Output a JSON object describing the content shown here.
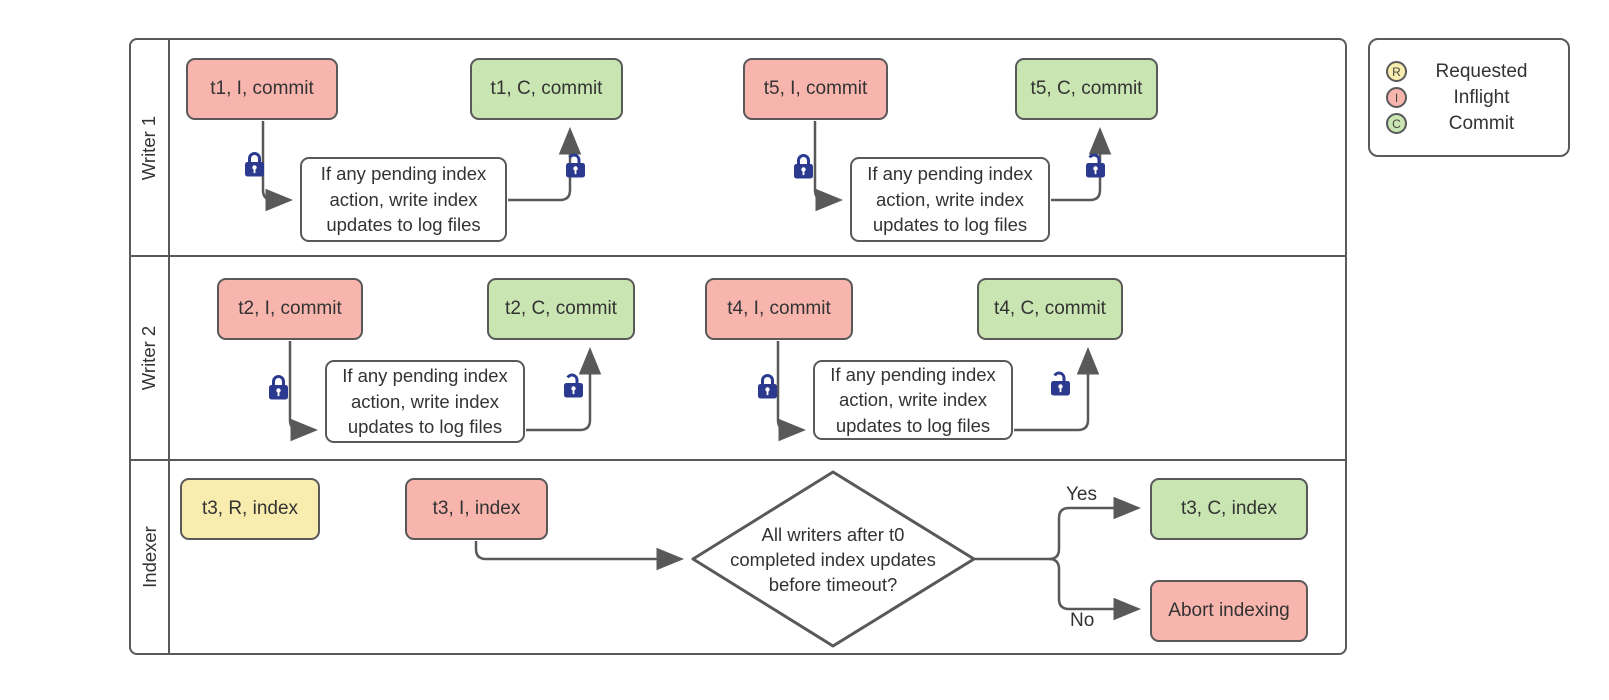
{
  "legend": {
    "items": [
      {
        "badge": "R",
        "label": "Requested",
        "color": "#f8edae"
      },
      {
        "badge": "I",
        "label": "Inflight",
        "color": "#f8b5ae"
      },
      {
        "badge": "C",
        "label": "Commit",
        "color": "#c9e5b1"
      }
    ]
  },
  "lanes": [
    {
      "label": "Writer 1",
      "flows": [
        {
          "inflight": "t1, I, commit",
          "commit": "t1, C, commit",
          "process_lines": [
            "If any pending index",
            "action, write index",
            "updates to log files"
          ]
        },
        {
          "inflight": "t5, I, commit",
          "commit": "t5, C, commit",
          "process_lines": [
            "If any pending index",
            "action, write index",
            "updates to log files"
          ]
        }
      ]
    },
    {
      "label": "Writer 2",
      "flows": [
        {
          "inflight": "t2, I, commit",
          "commit": "t2, C, commit",
          "process_lines": [
            "If any pending index",
            "action, write index",
            "updates to log files"
          ]
        },
        {
          "inflight": "t4, I, commit",
          "commit": "t4, C, commit",
          "process_lines": [
            "If any pending index",
            "action, write index",
            "updates to log files"
          ]
        }
      ]
    },
    {
      "label": "Indexer",
      "requested": "t3, R, index",
      "inflight": "t3, I, index",
      "decision_lines": [
        "All writers after t0",
        "completed index updates",
        "before timeout?"
      ],
      "yes_label": "Yes",
      "no_label": "No",
      "commit": "t3, C, index",
      "abort": "Abort indexing"
    }
  ],
  "colors": {
    "requested_fill": "#f8edae",
    "inflight_fill": "#f8b5ae",
    "commit_fill": "#c9e5b1",
    "border_gray": "#595959",
    "lock_navy": "#2b3a8f"
  }
}
